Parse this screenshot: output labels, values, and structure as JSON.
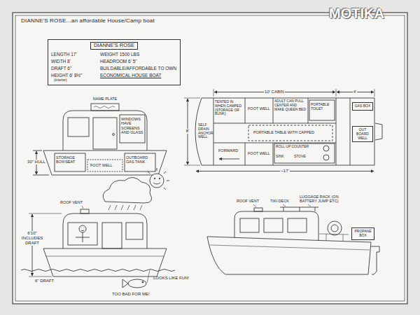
{
  "diagram": {
    "title": "DIANNE'S ROSE...an affordable House/Camp boat",
    "nodes": [
      {
        "text": [
          "DIANNE'S ROSE",
          "LENGTH 17'",
          "WEIGHT 1500 LBS",
          "WIDTH 8'",
          "HEADROOM 6' 5\"",
          "DRAFT 6\"",
          "BUILDABLE/AFFORDABLE TO OWN",
          "HEIGHT 6' 8½\"",
          "(interior)",
          "ECONOMICAL HOUSE BOAT"
        ]
      },
      {
        "text": [
          "GAS BOX"
        ]
      },
      {
        "text": [
          "OUT BOARD WELL"
        ]
      },
      {
        "text": [
          "PROPANE BOX"
        ]
      }
    ],
    "labels": [
      "MOTIKA",
      "NAME PLATE",
      "WINDOWS HAVE SCREENS AND GLASS",
      "STORAGE BOX/SEAT",
      "FOOT WELL",
      "OUTBOARD GAS TANK",
      "30\" HULL",
      "ROOF VENT",
      "6'10\" INCLUDES DRAFT",
      "6\" DRAFT",
      "LOOKS LIKE FUN!",
      "TOO BAD FOR ME!",
      "SELF DRAIN ANCHOR WELL",
      "10' CABIN",
      "4'",
      "TENTED IN WHEN CAMPED (STORAGE OR BUNK)",
      "FOOT WELL",
      "ADULT CAN PULL CENTER AND MAKE QUEEN BED",
      "PORTABLE TOILET",
      "8'",
      "PORTABLE TABLE WITH CAPPED",
      "FORWARD",
      "FOOT WELL",
      "ROLL UP COUNTER",
      "SINK",
      "STOVE",
      "~17'",
      "ROOF VENT",
      "TIKI DECK",
      "LUGGAGE RACK (ON BATTERY JUMP ETC)"
    ]
  }
}
